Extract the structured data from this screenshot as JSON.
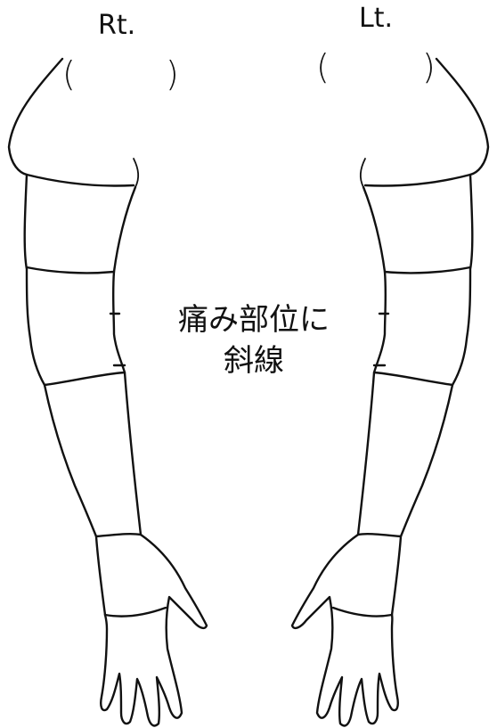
{
  "labels": {
    "right_side": "Rt.",
    "left_side": "Lt.",
    "paren_open": "(",
    "paren_close": ")"
  },
  "instruction": {
    "line1": "痛み部位に",
    "line2": "斜線"
  }
}
